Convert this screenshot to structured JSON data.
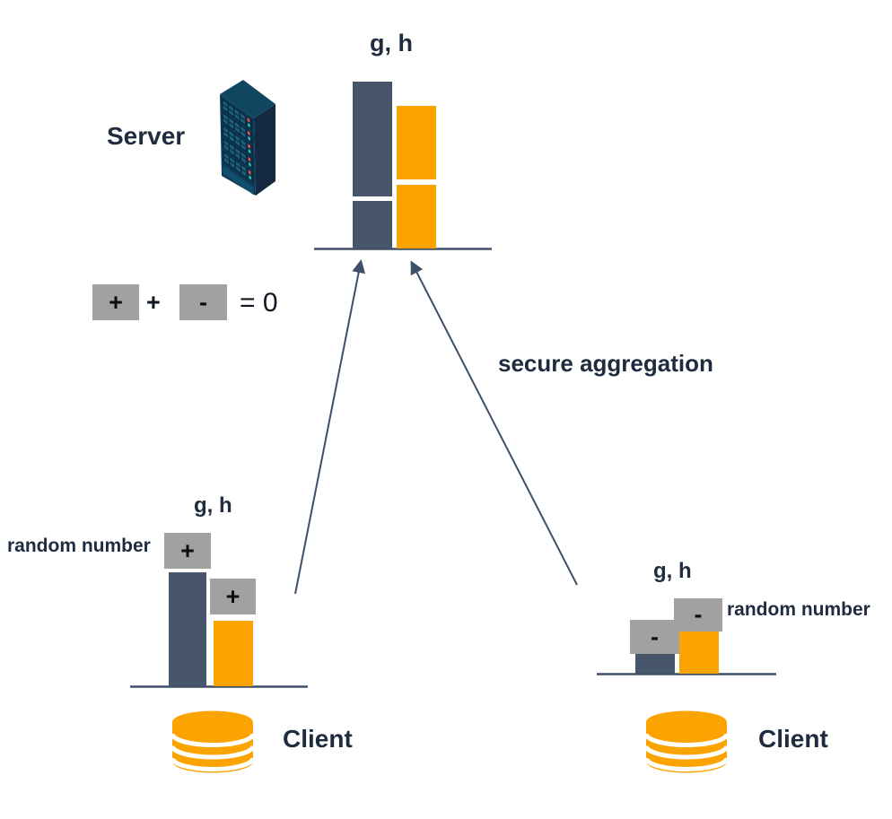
{
  "colors": {
    "bar_dark": "#47566B",
    "bar_orange": "#FBA401",
    "mask_gray": "#A1A1A1",
    "text_navy": "#1F2C40",
    "line_slate": "#3E5068"
  },
  "server": {
    "label": "Server",
    "bars_label": "g, h"
  },
  "equation": {
    "positive_mask": "+",
    "plus_sign": "+",
    "negative_mask": "-",
    "result": "= 0"
  },
  "secure_aggregation_label": "secure aggregation",
  "client_left": {
    "bars_label": "g, h",
    "random_number_label": "random number",
    "mask_on_g_bar": "+",
    "mask_on_h_bar": "+",
    "label": "Client"
  },
  "client_right": {
    "bars_label": "g, h",
    "random_number_label": "random number",
    "mask_on_g_bar": "-",
    "mask_on_h_bar": "-",
    "label": "Client"
  }
}
